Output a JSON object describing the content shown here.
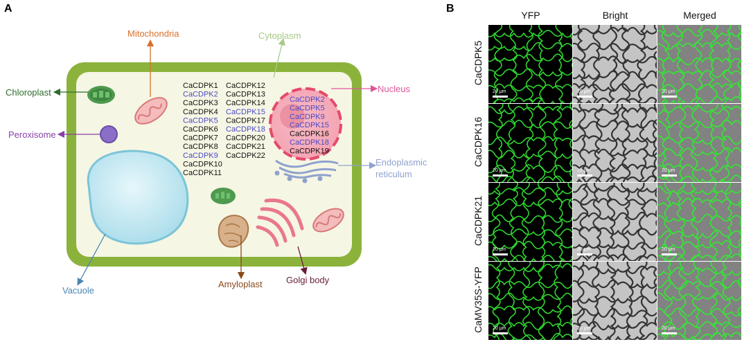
{
  "panels": {
    "a_label": "A",
    "b_label": "B"
  },
  "cell_diagram": {
    "organelle_labels": {
      "mitochondria": "Mitochondria",
      "cytoplasm": "Cytoplasm",
      "chloroplast": "Chloroplast",
      "nucleus": "Nucleus",
      "peroxisome": "Peroxisome",
      "er_line1": "Endoplasmic",
      "er_line2": "reticulum",
      "vacuole": "Vacuole",
      "amyloplast": "Amyloplast",
      "golgi": "Golgi body"
    },
    "cytoplasm_genes_col1": [
      {
        "name": "CaCDPK1",
        "highlight": false
      },
      {
        "name": "CaCDPK2",
        "highlight": true
      },
      {
        "name": "CaCDPK3",
        "highlight": false
      },
      {
        "name": "CaCDPK4",
        "highlight": false
      },
      {
        "name": "CaCDPK5",
        "highlight": true
      },
      {
        "name": "CaCDPK6",
        "highlight": false
      },
      {
        "name": "CaCDPK7",
        "highlight": false
      },
      {
        "name": "CaCDPK8",
        "highlight": false
      },
      {
        "name": "CaCDPK9",
        "highlight": true
      },
      {
        "name": "CaCDPK10",
        "highlight": false
      },
      {
        "name": "CaCDPK11",
        "highlight": false
      }
    ],
    "cytoplasm_genes_col2": [
      {
        "name": "CaCDPK12",
        "highlight": false
      },
      {
        "name": "CaCDPK13",
        "highlight": false
      },
      {
        "name": "CaCDPK14",
        "highlight": false
      },
      {
        "name": "CaCDPK15",
        "highlight": true
      },
      {
        "name": "CaCDPK17",
        "highlight": false
      },
      {
        "name": "CaCDPK18",
        "highlight": true
      },
      {
        "name": "CaCDPK20",
        "highlight": false
      },
      {
        "name": "CaCDPK21",
        "highlight": false
      },
      {
        "name": "CaCDPK22",
        "highlight": false
      }
    ],
    "nucleus_genes": [
      {
        "name": "CaCDPK2",
        "highlight": true
      },
      {
        "name": "CaCDPK5",
        "highlight": true
      },
      {
        "name": "CaCDPK9",
        "highlight": true
      },
      {
        "name": "CaCDPK15",
        "highlight": true
      },
      {
        "name": "CaCDPK16",
        "highlight": false
      },
      {
        "name": "CaCDPK18",
        "highlight": true
      },
      {
        "name": "CaCDPK19",
        "highlight": false
      }
    ]
  },
  "colors": {
    "highlight_gene": "#4a4ac8",
    "normal_gene": "#111111",
    "cell_wall": "#8bb33c",
    "cytoplasm_fill": "#f6f6e4",
    "mitochondria_label": "#d8702a",
    "cytoplasm_label": "#a8c888",
    "chloroplast_label": "#2f6b2f",
    "nucleus_label": "#e0569a",
    "peroxisome_label": "#8a3fa8",
    "er_label": "#8ea2cc",
    "vacuole_label": "#4a86b4",
    "amyloplast_label": "#8a4a1a",
    "golgi_label": "#6a1a3a"
  },
  "microscopy": {
    "columns": [
      "YFP",
      "Bright",
      "Merged"
    ],
    "rows": [
      "CaCDPK5",
      "CaCDPK16",
      "CaCDPK21",
      "CaMV35S-YFP"
    ],
    "scale_label": "20 μm"
  }
}
